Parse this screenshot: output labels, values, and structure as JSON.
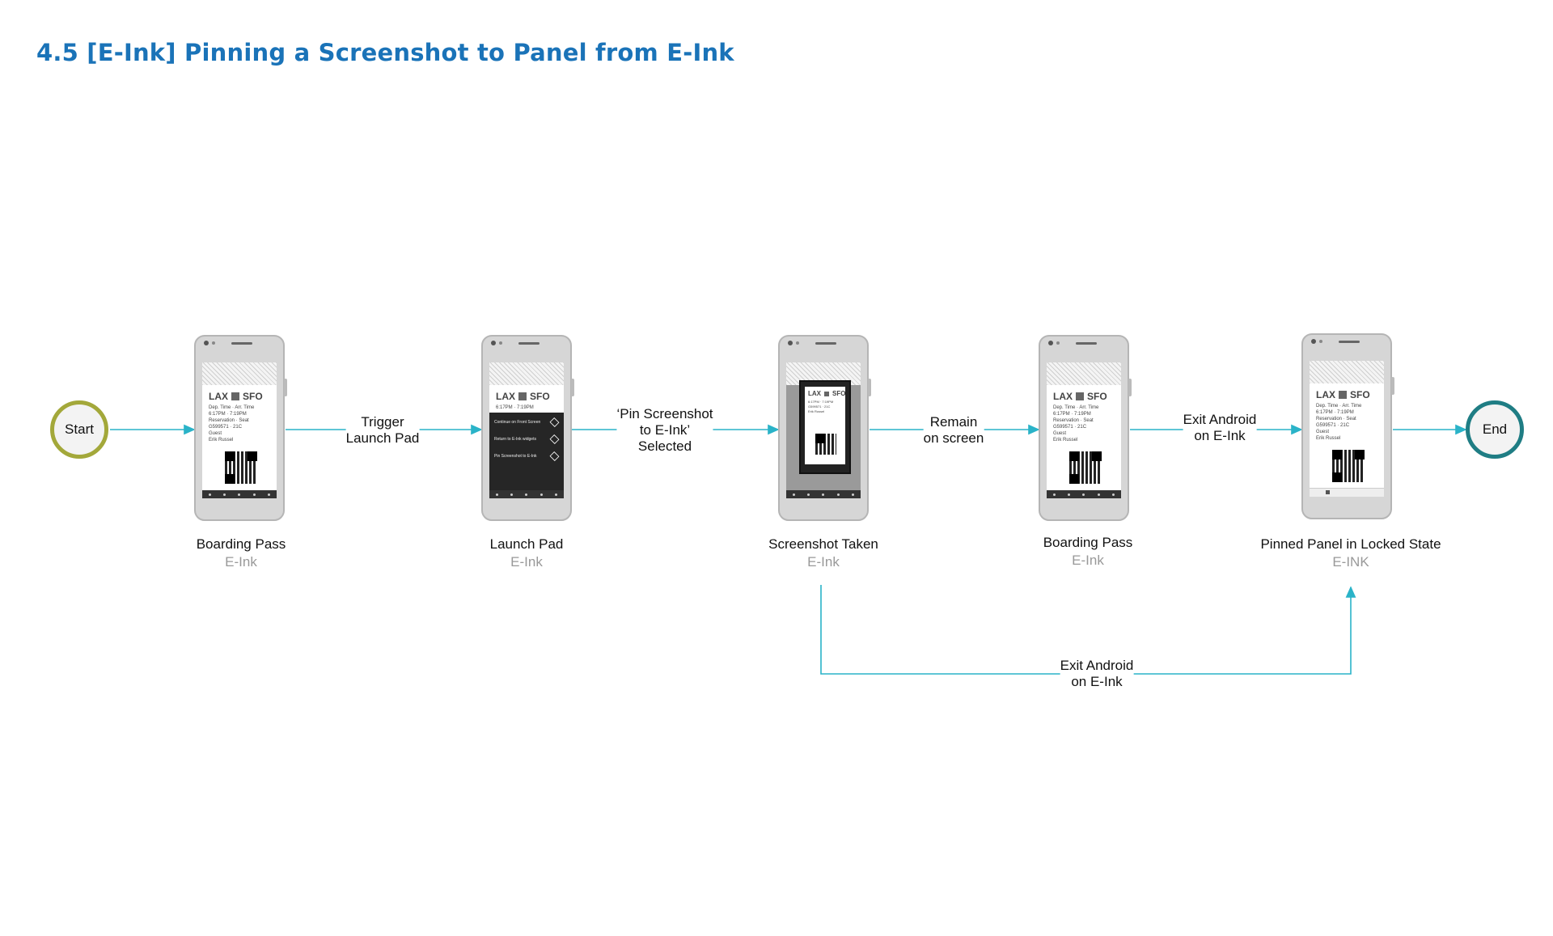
{
  "title": "4.5  [E-Ink] Pinning a Screenshot to Panel from E-Ink",
  "nodes": {
    "start": "Start",
    "end": "End"
  },
  "screens": [
    {
      "name": "Boarding Pass",
      "sub": "E-Ink"
    },
    {
      "name": "Launch Pad",
      "sub": "E-Ink"
    },
    {
      "name": "Screenshot Taken",
      "sub": "E-Ink"
    },
    {
      "name": "Boarding Pass",
      "sub": "E-Ink"
    },
    {
      "name": "Pinned Panel in Locked State",
      "sub": "E-INK"
    }
  ],
  "transitions": [
    "Trigger\nLaunch Pad",
    "‘Pin Screenshot\nto E-Ink’\nSelected",
    "Remain\non screen",
    "Exit Android\non E-Ink",
    "Exit Android\non E-Ink"
  ],
  "phone_content": {
    "origin": "LAX",
    "destination": "SFO",
    "dep_label": "Dep. Time",
    "dep_time": "6:17PM",
    "arr_label": "Arr. Time",
    "arr_time": "7:19PM",
    "res_label": "Reservation",
    "res_value": "G599571",
    "seat_label": "Seat",
    "seat_value": "21C",
    "guest_label": "Guest",
    "guest_value": "Erik Russel",
    "menu_items": [
      "Continue on Front Screen",
      "Return to E-Ink widgets",
      "Pin Screenshot to E-Ink"
    ]
  },
  "colors": {
    "accent": "#1a73b8",
    "line": "#2ab3c8",
    "start_ring": "#a3a83a",
    "end_ring": "#1f7d84"
  }
}
